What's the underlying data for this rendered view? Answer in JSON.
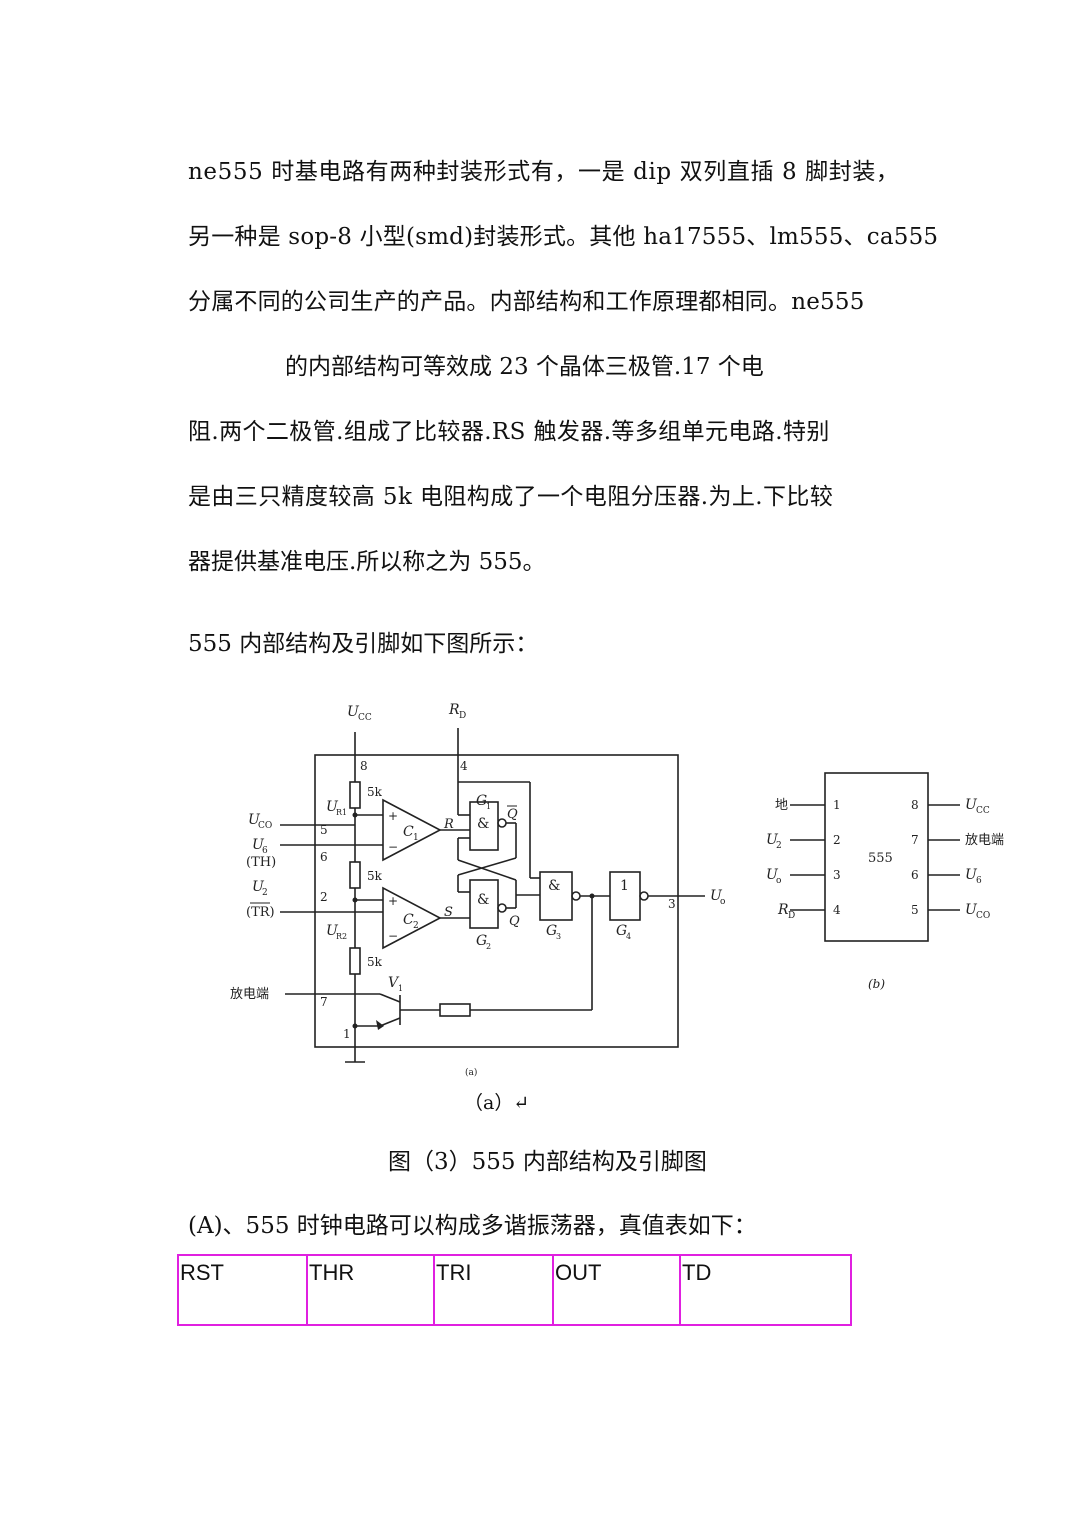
{
  "paragraph1": {
    "lines": [
      "ne555 时基电路有两种封装形式有，一是 dip 双列直插 8 脚封装，",
      "另一种是 sop-8 小型(smd)封装形式。其他 ha17555、lm555、ca555",
      "分属不同的公司生产的产品。内部结构和工作原理都相同。ne555",
      "的内部结构可等效成 23 个晶体三极管.17 个电",
      "阻.两个二极管.组成了比较器.RS 触发器.等多组单元电路.特别",
      "是由三只精度较高 5k 电阻构成了一个电阻分压器.为上.下比较",
      "器提供基准电压.所以称之为 555。"
    ]
  },
  "intro_line": "555 内部结构及引脚如下图所示：",
  "figure": {
    "a": {
      "ucc": "U",
      "ucc_sub": "CC",
      "rd": "R",
      "rd_sub": "D",
      "pin8": "8",
      "pin4": "4",
      "pin5": "5",
      "pin6": "6",
      "pin2": "2",
      "pin7": "7",
      "pin1": "1",
      "pin3": "3",
      "r1": "5k",
      "r2": "5k",
      "r3": "5k",
      "ur1": "U",
      "ur1_sub": "R1",
      "ur2": "U",
      "ur2_sub": "R2",
      "uco": "U",
      "uco_sub": "CO",
      "u6": "U",
      "u6_sub": "6",
      "th": "(TH)",
      "u2": "U",
      "u2_sub": "2",
      "tr": "(TR)",
      "c1": "C",
      "c1_sub": "1",
      "c2": "C",
      "c2_sub": "2",
      "plus": "+",
      "minus": "−",
      "r_label": "R",
      "s_label": "S",
      "g1": "G",
      "g1_sub": "1",
      "g2": "G",
      "g2_sub": "2",
      "g3": "G",
      "g3_sub": "3",
      "g4": "G",
      "g4_sub": "4",
      "and": "&",
      "one": "1",
      "q": "Q",
      "qbar": "Q",
      "uo": "U",
      "uo_sub": "o",
      "v1": "V",
      "v1_sub": "1",
      "discharge": "放电端",
      "sub_label": "(a)"
    },
    "b": {
      "chip": "555",
      "left_labels": [
        "地",
        "U",
        "U",
        "R"
      ],
      "left_subs": [
        "",
        "2",
        "o",
        "D"
      ],
      "left_pins": [
        "1",
        "2",
        "3",
        "4"
      ],
      "right_pins": [
        "8",
        "7",
        "6",
        "5"
      ],
      "right_labels": [
        "U",
        "放电端",
        "U",
        "U"
      ],
      "right_subs": [
        "CC",
        "",
        "6",
        "CO"
      ],
      "sub_label": "(b)"
    },
    "a_caption": "（a）↵",
    "title": "图（3）555 内部结构及引脚图"
  },
  "section_a": "(A)、555 时钟电路可以构成多谐振荡器，真值表如下：",
  "truth_table": {
    "headers": [
      "RST",
      "THR",
      "TRI",
      "OUT",
      "TD"
    ],
    "border_color": "#e020e0"
  }
}
